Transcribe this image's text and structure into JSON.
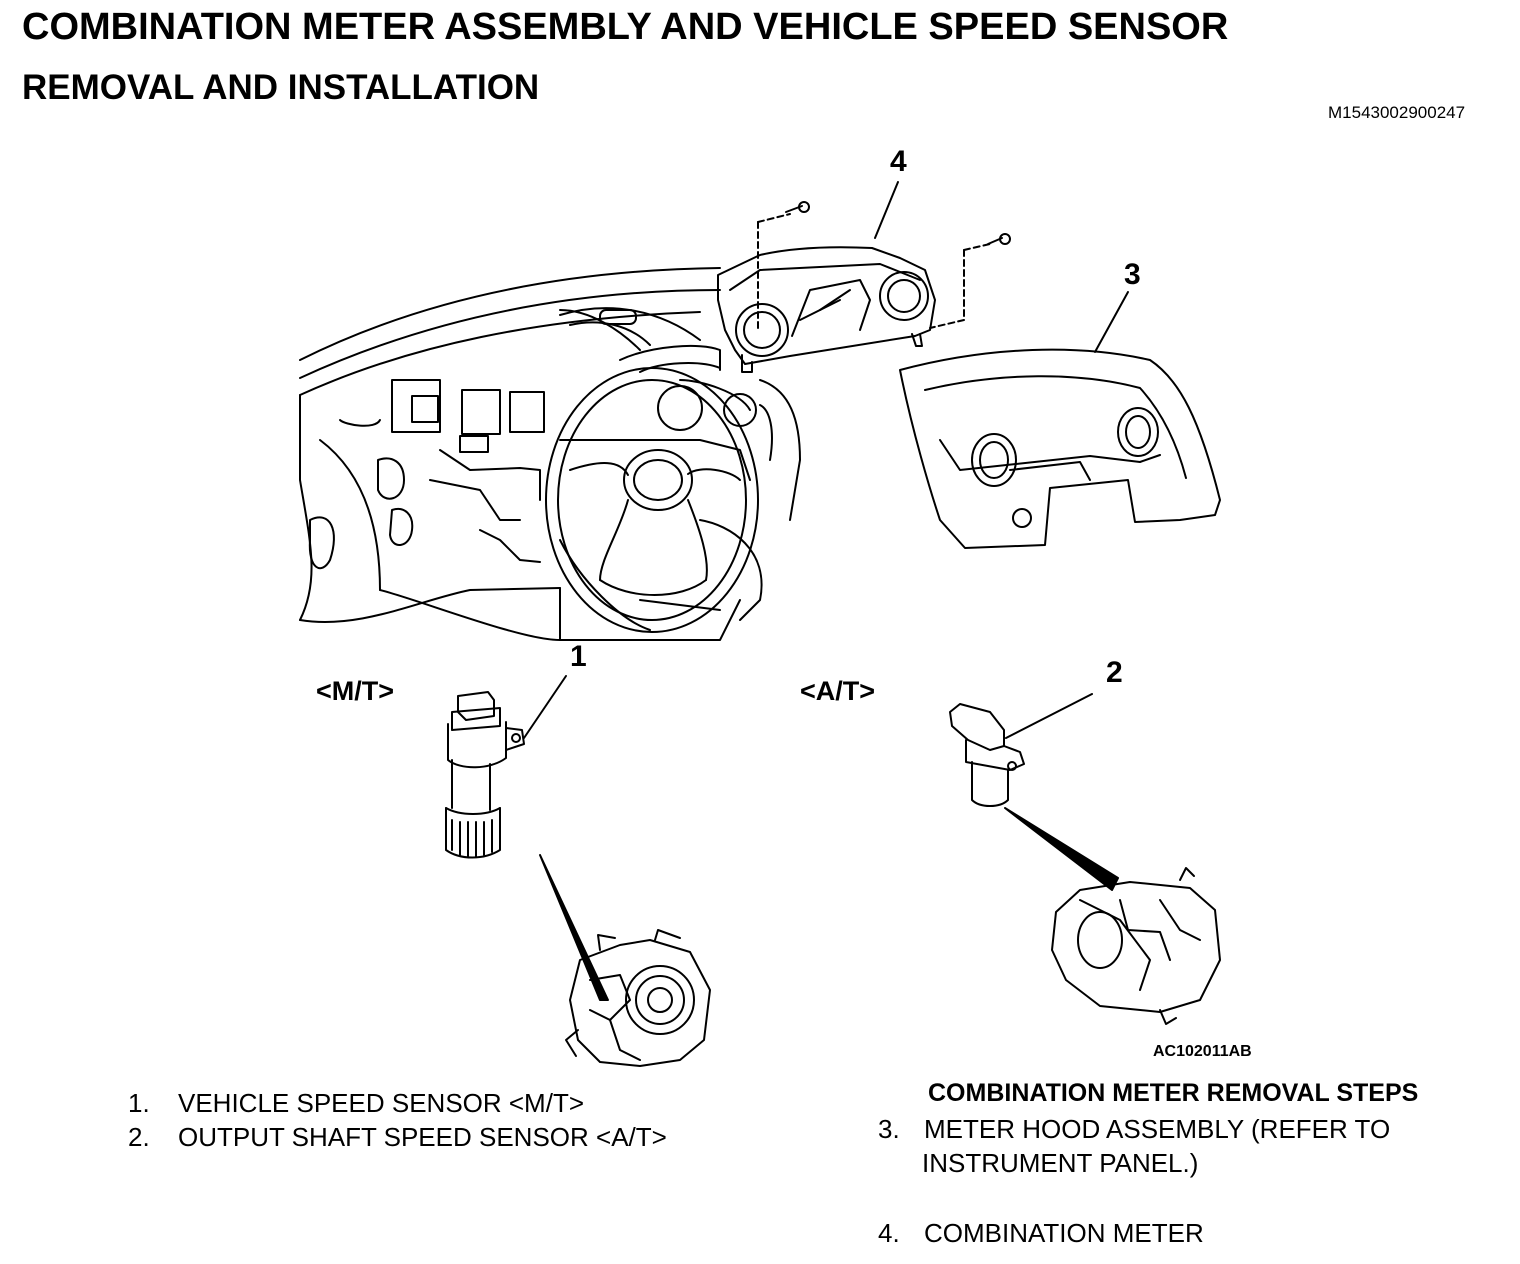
{
  "header": {
    "title": "COMBINATION METER ASSEMBLY AND VEHICLE SPEED SENSOR",
    "subtitle": "REMOVAL AND INSTALLATION",
    "doc_id": "M1543002900247"
  },
  "figure": {
    "callouts": {
      "c1": "1",
      "c2": "2",
      "c3": "3",
      "c4": "4"
    },
    "mt_label": "<M/T>",
    "at_label": "<A/T>",
    "figure_id": "AC102011AB"
  },
  "parts_list": [
    {
      "num": "1.",
      "text": "VEHICLE SPEED SENSOR <M/T>"
    },
    {
      "num": "2.",
      "text": "OUTPUT SHAFT SPEED SENSOR <A/T>"
    }
  ],
  "removal_steps": {
    "heading": "COMBINATION METER REMOVAL STEPS",
    "steps": [
      {
        "num": "3.",
        "line1": "METER HOOD ASSEMBLY (REFER TO",
        "line2": "INSTRUMENT PANEL.)"
      },
      {
        "num": "4.",
        "line1": "COMBINATION METER"
      }
    ]
  }
}
